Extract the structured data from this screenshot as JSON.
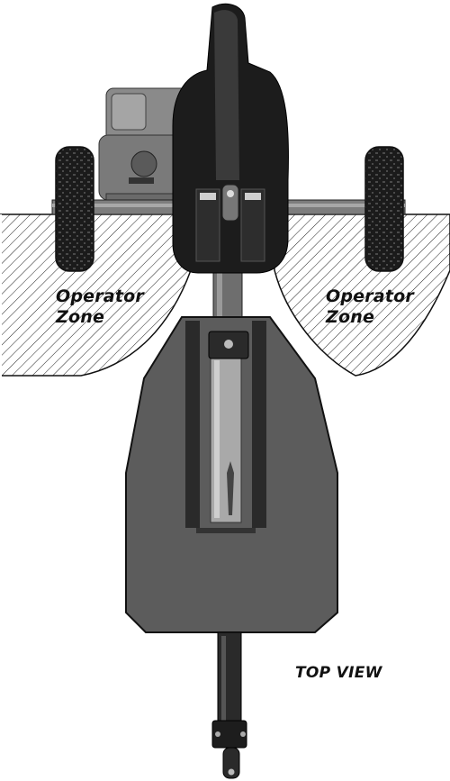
{
  "zones": {
    "left": {
      "line1": "Operator",
      "line2": "Zone"
    },
    "right": {
      "line1": "Operator",
      "line2": "Zone"
    }
  },
  "view_label": "TOP VIEW",
  "colors": {
    "machine_dark": "#1a1a1a",
    "machine_mid": "#3a3a3a",
    "plate_gray": "#5a5a5a",
    "hatch": "#222222"
  }
}
